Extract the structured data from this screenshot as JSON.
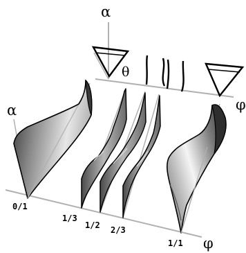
{
  "axes": {
    "alpha_top": "α",
    "theta": "θ",
    "phi_top": "φ",
    "alpha_left": "α",
    "phi_bottom": "φ"
  },
  "ticks": [
    "0/1",
    "1/3",
    "1/2",
    "2/3",
    "1/1"
  ],
  "colors": {
    "line": "#000000",
    "axis_gray": "#b0b0b0",
    "surface_light": "#f2f2f2",
    "surface_mid": "#a8a8a8",
    "surface_dark": "#383838"
  }
}
